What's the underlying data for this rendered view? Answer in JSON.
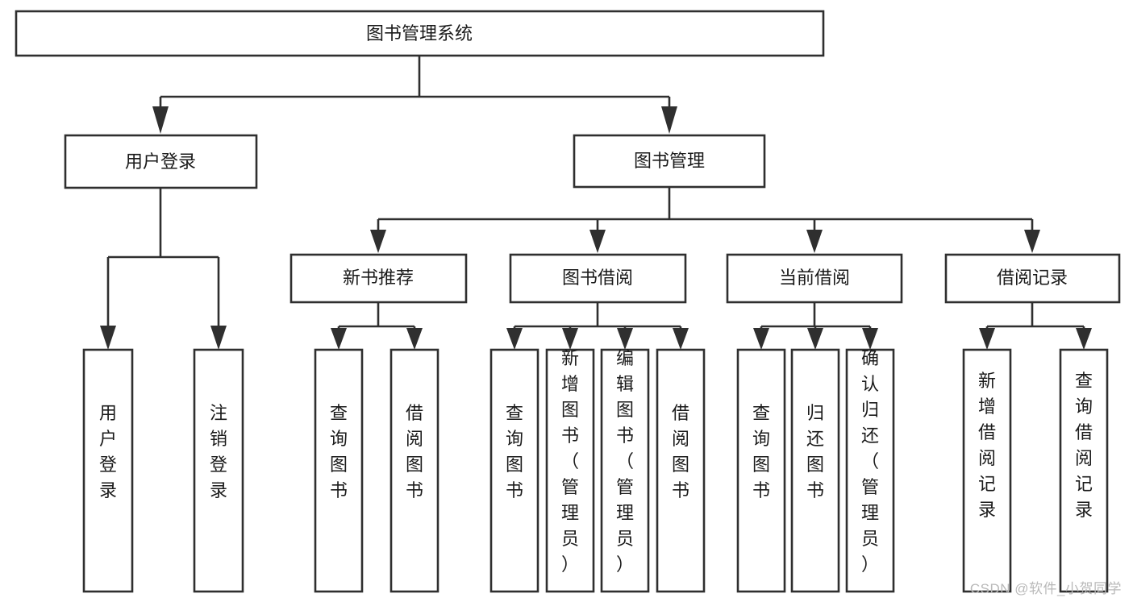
{
  "diagram": {
    "title": "图书管理系统",
    "type": "tree",
    "watermark": "CSDN @软件_小贺同学",
    "colors": {
      "box_stroke": "#2f2f2f",
      "box_fill": "#ffffff",
      "text": "#1a1a1a",
      "background": "#ffffff",
      "watermark": "#b9b9b9"
    },
    "levels": {
      "root": "图书管理系统",
      "level2": [
        "用户登录",
        "图书管理"
      ],
      "level3": [
        "新书推荐",
        "图书借阅",
        "当前借阅",
        "借阅记录"
      ]
    },
    "nodes": {
      "root": {
        "label": "图书管理系统",
        "orientation": "horizontal"
      },
      "user_login": {
        "label": "用户登录",
        "orientation": "horizontal"
      },
      "book_manage": {
        "label": "图书管理",
        "orientation": "horizontal"
      },
      "new_book_rec": {
        "label": "新书推荐",
        "orientation": "horizontal"
      },
      "book_borrow": {
        "label": "图书借阅",
        "orientation": "horizontal"
      },
      "current_borrow": {
        "label": "当前借阅",
        "orientation": "horizontal"
      },
      "borrow_record": {
        "label": "借阅记录",
        "orientation": "horizontal"
      },
      "leaf_user_login": {
        "label": "用户登录",
        "orientation": "vertical"
      },
      "leaf_logout": {
        "label": "注销登录",
        "orientation": "vertical"
      },
      "leaf_query_book_1": {
        "label": "查询图书",
        "orientation": "vertical"
      },
      "leaf_borrow_book_1": {
        "label": "借阅图书",
        "orientation": "vertical"
      },
      "leaf_query_book_2": {
        "label": "查询图书",
        "orientation": "vertical"
      },
      "leaf_add_book_admin": {
        "label": "新增图书（管理员）",
        "orientation": "vertical"
      },
      "leaf_edit_book_admin": {
        "label": "编辑图书（管理员）",
        "orientation": "vertical"
      },
      "leaf_borrow_book_2": {
        "label": "借阅图书",
        "orientation": "vertical"
      },
      "leaf_query_book_3": {
        "label": "查询图书",
        "orientation": "vertical"
      },
      "leaf_return_book": {
        "label": "归还图书",
        "orientation": "vertical"
      },
      "leaf_confirm_return_admin": {
        "label": "确认归还（管理员）",
        "orientation": "vertical"
      },
      "leaf_add_borrow_record": {
        "label": "新增借阅记录",
        "orientation": "vertical"
      },
      "leaf_query_borrow_record": {
        "label": "查询借阅记录",
        "orientation": "vertical"
      }
    },
    "edges": [
      {
        "from": "图书管理系统",
        "to": "用户登录"
      },
      {
        "from": "图书管理系统",
        "to": "图书管理"
      },
      {
        "from": "用户登录",
        "to": "用户登录"
      },
      {
        "from": "用户登录",
        "to": "注销登录"
      },
      {
        "from": "图书管理",
        "to": "新书推荐"
      },
      {
        "from": "图书管理",
        "to": "图书借阅"
      },
      {
        "from": "图书管理",
        "to": "当前借阅"
      },
      {
        "from": "图书管理",
        "to": "借阅记录"
      },
      {
        "from": "新书推荐",
        "to": "查询图书"
      },
      {
        "from": "新书推荐",
        "to": "借阅图书"
      },
      {
        "from": "图书借阅",
        "to": "查询图书"
      },
      {
        "from": "图书借阅",
        "to": "新增图书（管理员）"
      },
      {
        "from": "图书借阅",
        "to": "编辑图书（管理员）"
      },
      {
        "from": "图书借阅",
        "to": "借阅图书"
      },
      {
        "from": "当前借阅",
        "to": "查询图书"
      },
      {
        "from": "当前借阅",
        "to": "归还图书"
      },
      {
        "from": "当前借阅",
        "to": "确认归还（管理员）"
      },
      {
        "from": "借阅记录",
        "to": "新增借阅记录"
      },
      {
        "from": "借阅记录",
        "to": "查询借阅记录"
      }
    ]
  }
}
